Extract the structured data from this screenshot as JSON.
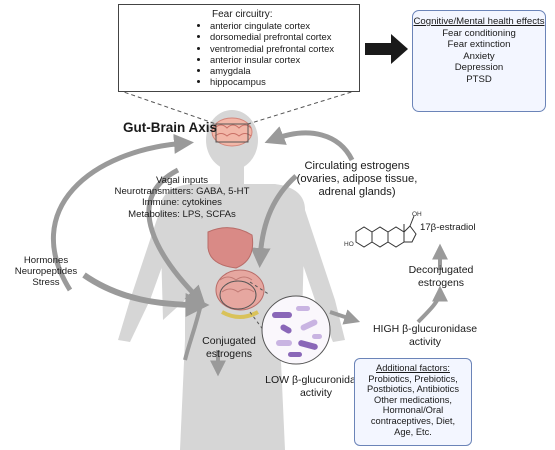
{
  "fear_circuitry": {
    "title": "Fear circuitry:",
    "items": [
      "anterior cingulate cortex",
      "dorsomedial prefrontal cortex",
      "ventromedial prefrontal cortex",
      "anterior insular cortex",
      "amygdala",
      "hippocampus"
    ]
  },
  "cognitive_box": {
    "title": "Cognitive/Mental health effects",
    "items": [
      "Fear conditioning",
      "Fear extinction",
      "Anxiety",
      "Depression",
      "PTSD"
    ]
  },
  "gut_brain_title": "Gut-Brain Axis",
  "vagal_inputs": [
    "Vagal inputs",
    "Neurotransmitters: GABA, 5-HT",
    "Immune: cytokines",
    "Metabolites: LPS, SCFAs"
  ],
  "circulating": [
    "Circulating estrogens",
    "(ovaries, adipose tissue,",
    "adrenal glands)"
  ],
  "hormones": [
    "Hormones",
    "Neuropeptides",
    "Stress"
  ],
  "estradiol": {
    "label": "17β-estradiol",
    "ho": "HO",
    "oh": "OH"
  },
  "deconjugated": [
    "Deconjugated",
    "estrogens"
  ],
  "high_activity": [
    "HIGH β-glucuronidase",
    "activity"
  ],
  "conjugated": [
    "Conjugated",
    "estrogens"
  ],
  "low_activity": [
    "LOW β-glucuronidase",
    "activity"
  ],
  "additional_factors": {
    "title": "Additional factors:",
    "lines": [
      "Probiotics, Prebiotics,",
      "Postbiotics, Antibiotics",
      "Other medications,",
      "Hormonal/Oral",
      "contraceptives, Diet,",
      "Age, Etc."
    ]
  },
  "colors": {
    "body": "#d6d6d6",
    "arrow": "#9a9a9a",
    "box_border": "#6b84b8",
    "box_fill": "#f3f6ff",
    "bacteria_purple": "#8a67b8"
  }
}
